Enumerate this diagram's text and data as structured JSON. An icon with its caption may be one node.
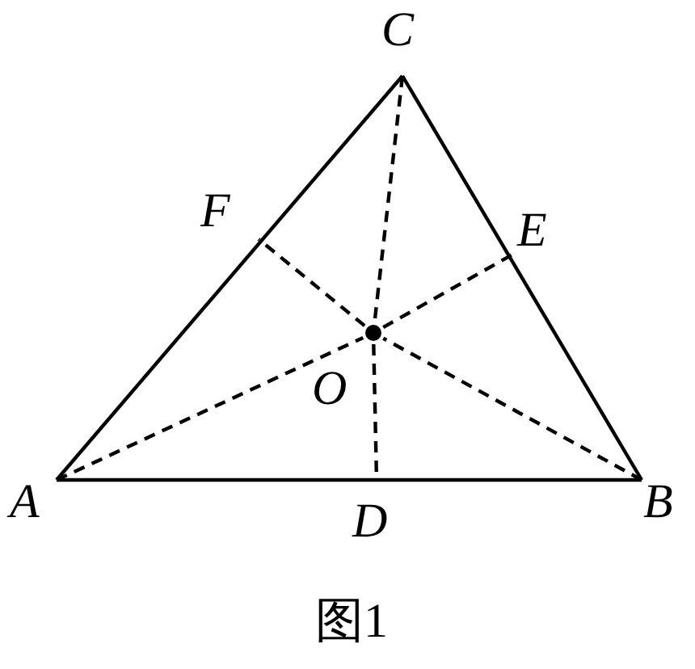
{
  "diagram": {
    "caption": "图1",
    "nodes": [
      {
        "text": [
          "A"
        ]
      },
      {
        "text": [
          "B"
        ]
      },
      {
        "text": [
          "C"
        ]
      },
      {
        "text": [
          "D"
        ]
      },
      {
        "text": [
          "E"
        ]
      },
      {
        "text": [
          "F"
        ]
      },
      {
        "text": [
          "O"
        ]
      }
    ],
    "edges": [
      {
        "from": 0,
        "to": 1,
        "arrow": "none"
      },
      {
        "from": 1,
        "to": 2,
        "arrow": "none"
      },
      {
        "from": 2,
        "to": 0,
        "arrow": "none"
      },
      {
        "from": 0,
        "to": 6,
        "arrow": "none",
        "style": "dashed"
      },
      {
        "from": 1,
        "to": 6,
        "arrow": "none",
        "style": "dashed"
      },
      {
        "from": 2,
        "to": 6,
        "arrow": "none",
        "style": "dashed"
      },
      {
        "from": 6,
        "to": 3,
        "arrow": "none",
        "style": "dashed"
      },
      {
        "from": 6,
        "to": 4,
        "arrow": "none",
        "style": "dashed"
      },
      {
        "from": 6,
        "to": 5,
        "arrow": "none",
        "style": "dashed"
      }
    ]
  }
}
